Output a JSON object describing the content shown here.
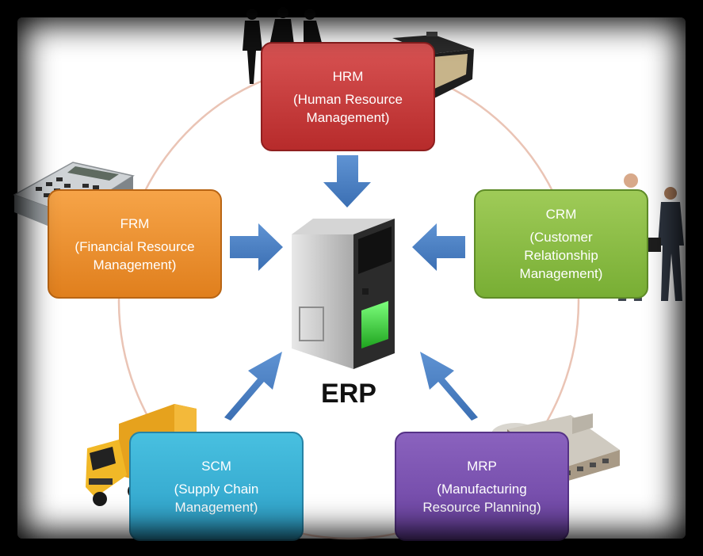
{
  "diagram": {
    "center_label": "ERP",
    "modules": {
      "hrm": {
        "abbr": "HRM",
        "full": "(Human Resource",
        "full2": "Management)"
      },
      "frm": {
        "abbr": "FRM",
        "full": "(Financial Resource",
        "full2": "Management)"
      },
      "crm": {
        "abbr": "CRM",
        "full": "(Customer",
        "full2": "Relationship",
        "full3": "Management)"
      },
      "scm": {
        "abbr": "SCM",
        "full": "(Supply Chain",
        "full2": "Management)"
      },
      "mrp": {
        "abbr": "MRP",
        "full": "(Manufacturing",
        "full2": "Resource Planning)"
      }
    },
    "truck_logo_text": "",
    "colors": {
      "hrm": "#c83c3c",
      "frm": "#ee9230",
      "crm": "#8cbd46",
      "scm": "#3ab0d6",
      "mrp": "#7a52b0",
      "arrow": "#4a7fc1",
      "ring": "#e7b9a8"
    }
  }
}
